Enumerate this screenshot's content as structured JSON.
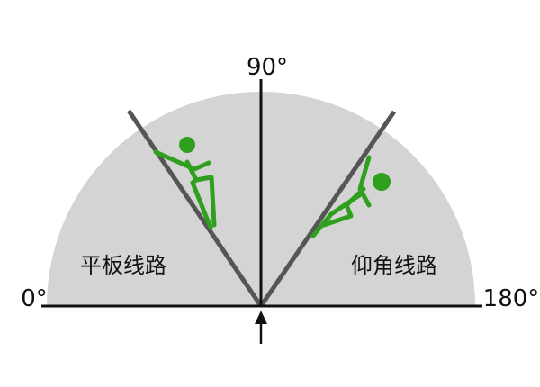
{
  "labels": {
    "deg_0": "0°",
    "deg_90": "90°",
    "deg_180": "180°",
    "slab": "平板线路",
    "overhang": "仰角线路"
  },
  "colors": {
    "background": "#ffffff",
    "semicircle_fill": "#d4d4d4",
    "lines": "#555555",
    "axis": "#111111",
    "climber": "#2ea01e"
  },
  "icons": {
    "indicator_arrow": "up-arrow-icon"
  }
}
